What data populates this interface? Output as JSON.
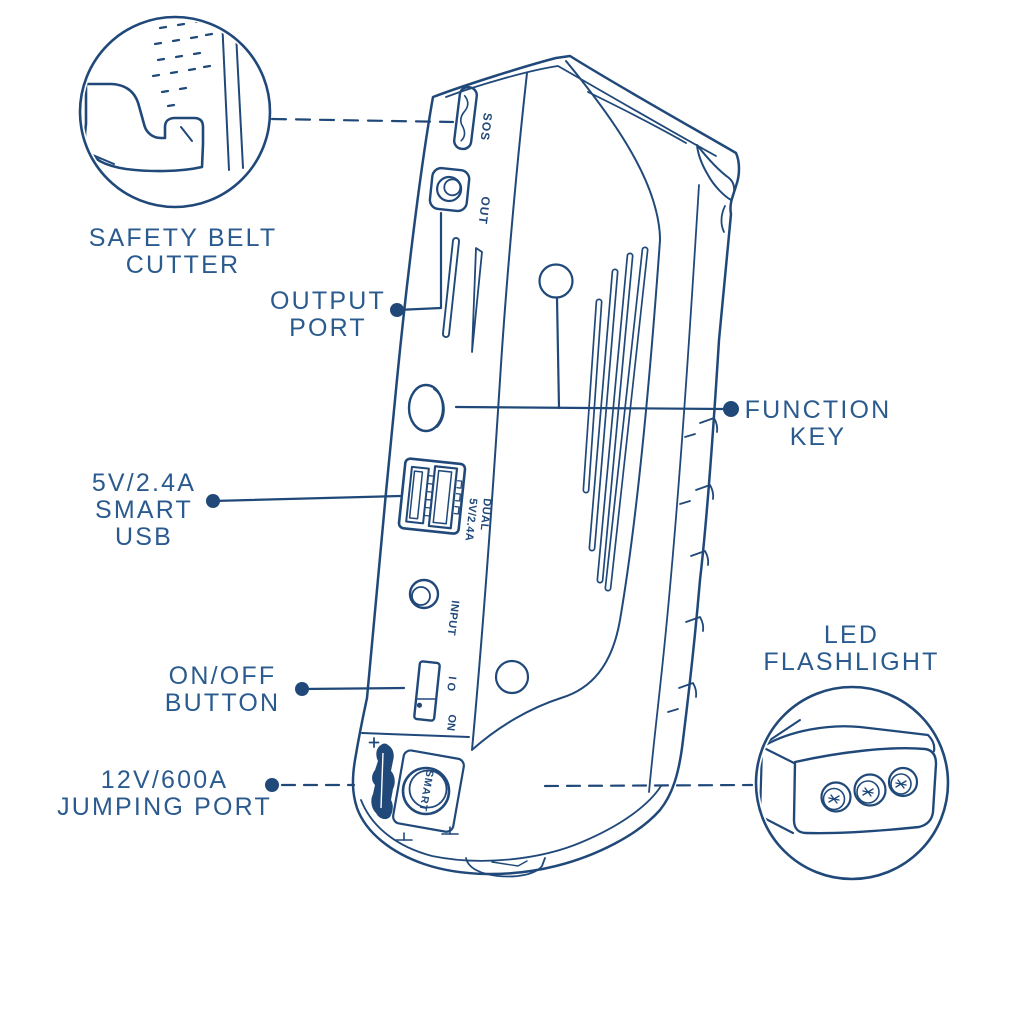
{
  "colors": {
    "line": "#20497a",
    "label_text": "#2b5b8e",
    "background": "#ffffff"
  },
  "callouts": {
    "safety_belt_cutter": {
      "label": "SAFETY BELT CUTTER"
    },
    "output_port": {
      "label": "OUTPUT\nPORT"
    },
    "function_key": {
      "label": "FUNCTION\nKEY"
    },
    "smart_usb": {
      "label": "5V/2.4A\nSMART\nUSB"
    },
    "on_off_button": {
      "label": "ON/OFF\nBUTTON"
    },
    "jumping_port": {
      "label": "12V/600A\nJUMPING PORT"
    },
    "led_flashlight": {
      "label": "LED\nFLASHLIGHT"
    }
  },
  "device_markings": {
    "cutter_slot": "SOS",
    "output_port": "OUT",
    "usb_col_1": "5V/2.4A",
    "usb_col_2": "DUAL",
    "input_jack": "INPUT",
    "switch_io": "I O",
    "switch_on": "ON",
    "jump_port": "SMART"
  }
}
